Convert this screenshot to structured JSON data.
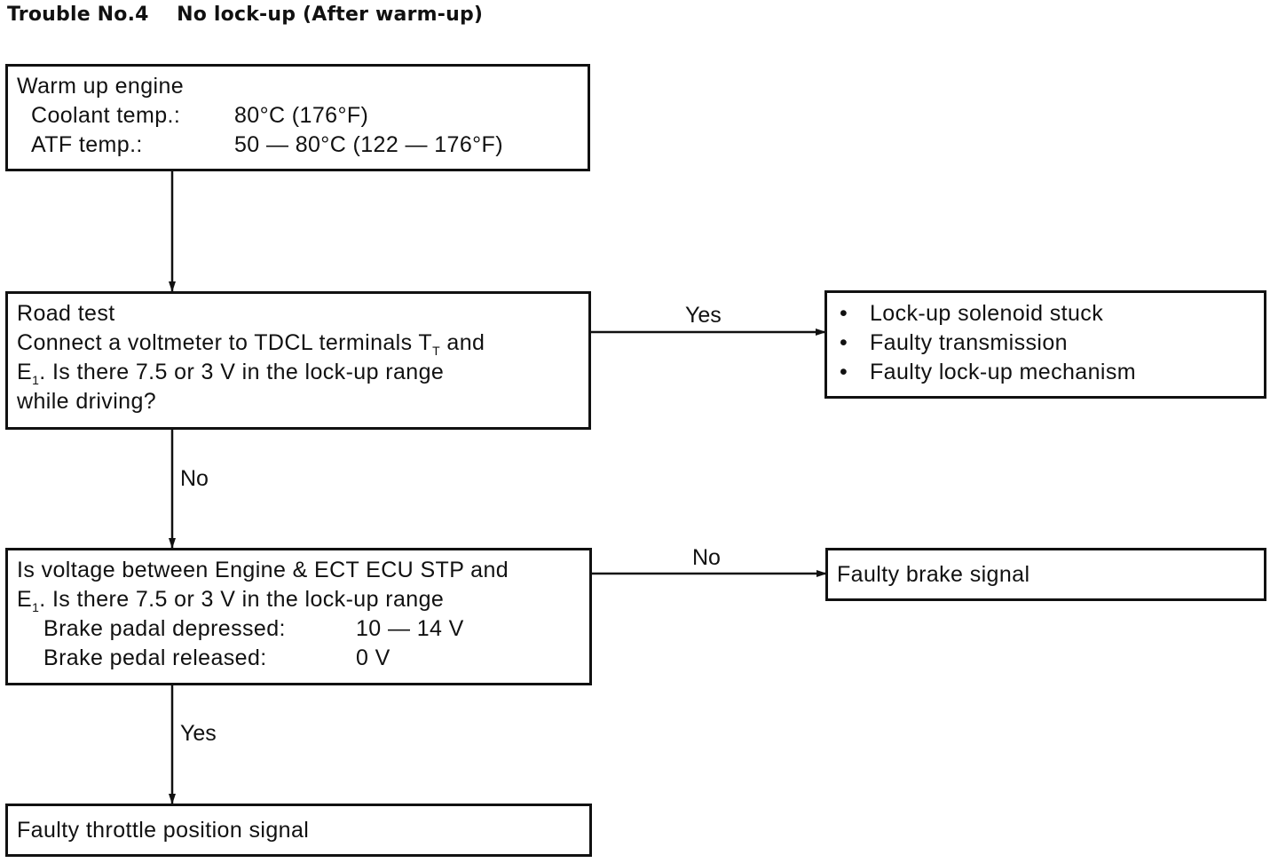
{
  "title": "Trouble No.4    No lock-up (After warm-up)",
  "boxes": {
    "warmup": {
      "line1": "Warm up engine",
      "coolant_label": "Coolant temp.:",
      "coolant_value": "80°C (176°F)",
      "atf_label": "ATF temp.:",
      "atf_value": "50 — 80°C (122 — 176°F)"
    },
    "roadtest": {
      "line1": "Road test",
      "line2_pre": "Connect a voltmeter to TDCL terminals T",
      "line2_sub": "T",
      "line2_post": " and",
      "line3_pre": "E",
      "line3_sub": "1",
      "line3_post": ". Is there 7.5 or 3 V in the lock-up range",
      "line4": "while driving?"
    },
    "causes": {
      "items": [
        "Lock-up solenoid stuck",
        "Faulty transmission",
        "Faulty lock-up mechanism"
      ]
    },
    "voltage": {
      "line1": "Is voltage between Engine & ECT ECU STP and",
      "line2_pre": "E",
      "line2_sub": "1",
      "line2_post": ". Is there 7.5 or 3 V in the lock-up range",
      "depressed_label": "Brake padal depressed:",
      "depressed_value": "10 — 14 V",
      "released_label": "Brake pedal released:",
      "released_value": "0 V"
    },
    "brake": {
      "text": "Faulty brake signal"
    },
    "throttle": {
      "text": "Faulty throttle position signal"
    }
  },
  "edges": {
    "roadtest_yes": "Yes",
    "roadtest_no": "No",
    "voltage_no": "No",
    "voltage_yes": "Yes"
  }
}
